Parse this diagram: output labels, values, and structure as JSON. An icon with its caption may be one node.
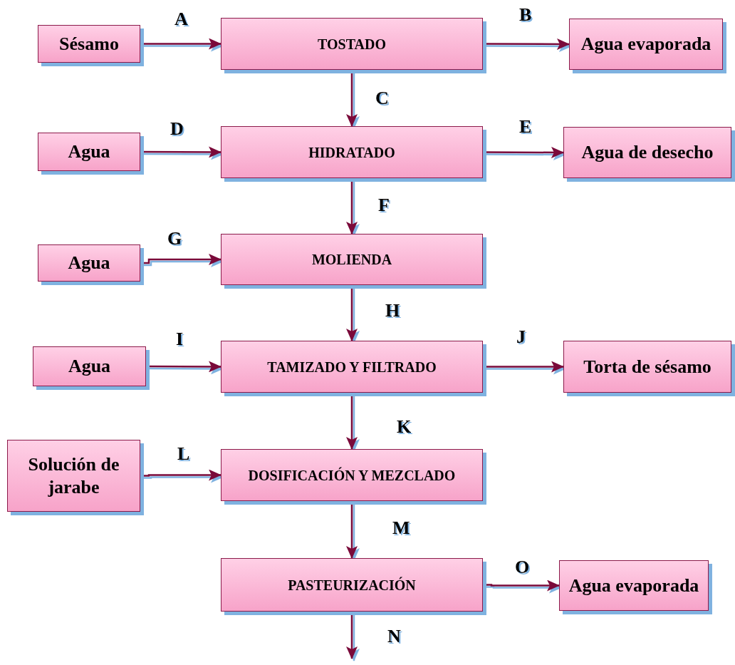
{
  "diagram": {
    "nodes": [
      {
        "text": [
          "Sésamo"
        ]
      },
      {
        "text": [
          "TOSTADO"
        ]
      },
      {
        "text": [
          "Agua evaporada"
        ]
      },
      {
        "text": [
          "Agua"
        ]
      },
      {
        "text": [
          "HIDRATADO"
        ]
      },
      {
        "text": [
          "Agua de desecho"
        ]
      },
      {
        "text": [
          "Agua"
        ]
      },
      {
        "text": [
          "MOLIENDA"
        ]
      },
      {
        "text": [
          "Agua"
        ]
      },
      {
        "text": [
          "TAMIZADO Y FILTRADO"
        ]
      },
      {
        "text": [
          "Torta de sésamo"
        ]
      },
      {
        "text": [
          "Solución de jarabe"
        ]
      },
      {
        "text": [
          "DOSIFICACIÓN Y MEZCLADO"
        ]
      },
      {
        "text": [
          "PASTEURIZACIÓN"
        ]
      },
      {
        "text": [
          "Agua evaporada"
        ]
      }
    ],
    "edges": [
      {
        "from": 0,
        "to": 1,
        "arrow": "to",
        "label": "A"
      },
      {
        "from": 1,
        "to": 2,
        "arrow": "to",
        "label": "B"
      },
      {
        "from": 1,
        "to": 4,
        "arrow": "to",
        "label": "C"
      },
      {
        "from": 3,
        "to": 4,
        "arrow": "to",
        "label": "D"
      },
      {
        "from": 4,
        "to": 5,
        "arrow": "to",
        "label": "E"
      },
      {
        "from": 4,
        "to": 7,
        "arrow": "to",
        "label": "F"
      },
      {
        "from": 6,
        "to": 7,
        "arrow": "to",
        "label": "G"
      },
      {
        "from": 7,
        "to": 9,
        "arrow": "to",
        "label": "H"
      },
      {
        "from": 8,
        "to": 9,
        "arrow": "to",
        "label": "I"
      },
      {
        "from": 9,
        "to": 10,
        "arrow": "to",
        "label": "J"
      },
      {
        "from": 9,
        "to": 12,
        "arrow": "to",
        "label": "K"
      },
      {
        "from": 11,
        "to": 12,
        "arrow": "to",
        "label": "L"
      },
      {
        "from": 12,
        "to": 13,
        "arrow": "to",
        "label": "M"
      },
      {
        "from": 13,
        "to": 14,
        "arrow": "to",
        "label": "O"
      },
      {
        "from": 13,
        "to": null,
        "arrow": "to",
        "label": "N"
      }
    ]
  }
}
